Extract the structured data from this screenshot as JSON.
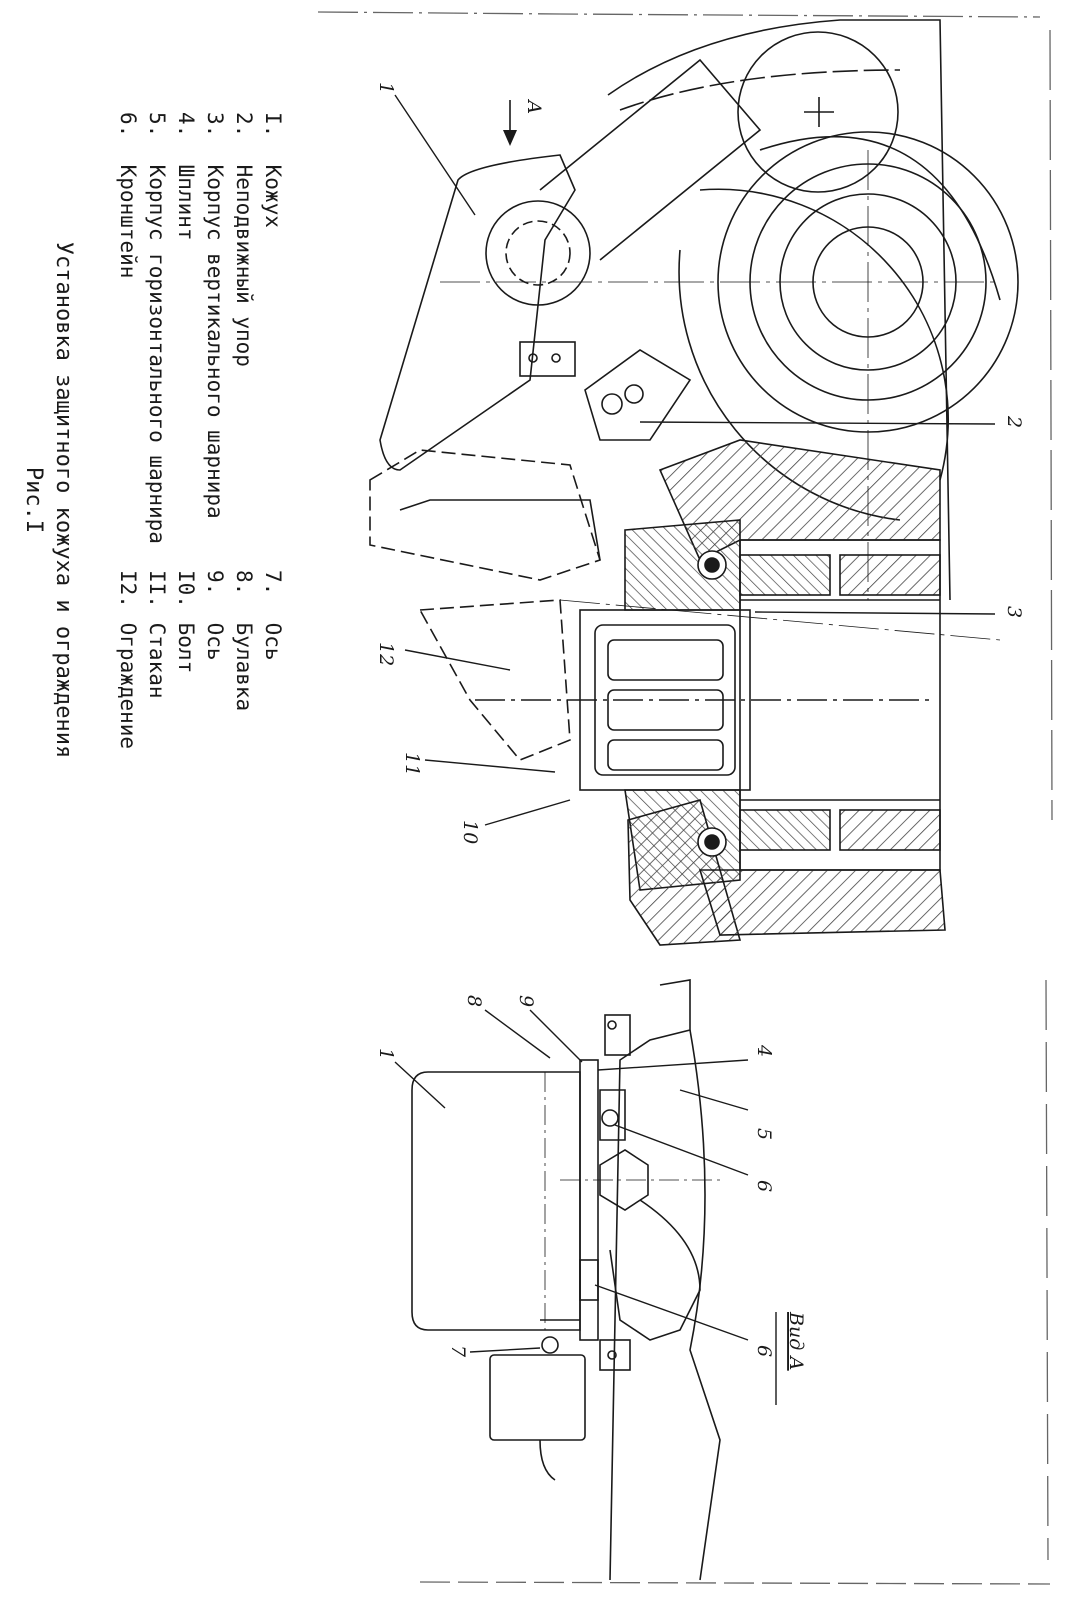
{
  "legend": {
    "left_items": [
      {
        "num": "I.",
        "text": "Кожух"
      },
      {
        "num": "2.",
        "text": "Неподвижный упор"
      },
      {
        "num": "3.",
        "text": "Корпус вертикального шарнира"
      },
      {
        "num": "4.",
        "text": "Шплинт"
      },
      {
        "num": "5.",
        "text": "Корпус горизонтального шарнира"
      },
      {
        "num": "6.",
        "text": "Кронштейн"
      }
    ],
    "right_items": [
      {
        "num": "7.",
        "text": "Ось"
      },
      {
        "num": "8.",
        "text": "Булавка"
      },
      {
        "num": "9.",
        "text": "Ось"
      },
      {
        "num": "I0.",
        "text": "Болт"
      },
      {
        "num": "II.",
        "text": "Стакан"
      },
      {
        "num": "I2.",
        "text": "Ограждение"
      }
    ]
  },
  "caption": {
    "title": "Установка защитного кожуха и ограждения",
    "figure": "Рис.I"
  },
  "main_view": {
    "view_marker": "А",
    "callouts": [
      "1",
      "2",
      "3",
      "12",
      "11",
      "10"
    ]
  },
  "view_a": {
    "title": "Вид А",
    "callouts": [
      "8",
      "9",
      "4",
      "1",
      "5",
      "6",
      "6",
      "7"
    ]
  },
  "colors": {
    "ink": "#1a1a1a",
    "paper": "#ffffff",
    "hatch": "#444444"
  }
}
